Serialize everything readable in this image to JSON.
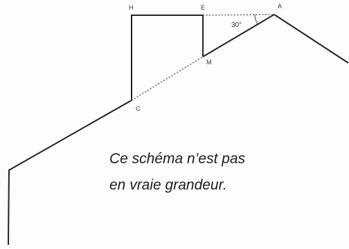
{
  "diagram": {
    "points": {
      "H": "H",
      "E": "E",
      "A": "A",
      "M": "M",
      "C": "C"
    },
    "angle": "30°",
    "note_line1": "Ce schéma n’est pas",
    "note_line2": "en vraie grandeur.",
    "colors": {
      "ink": "#222222",
      "dotted": "#555555"
    }
  }
}
